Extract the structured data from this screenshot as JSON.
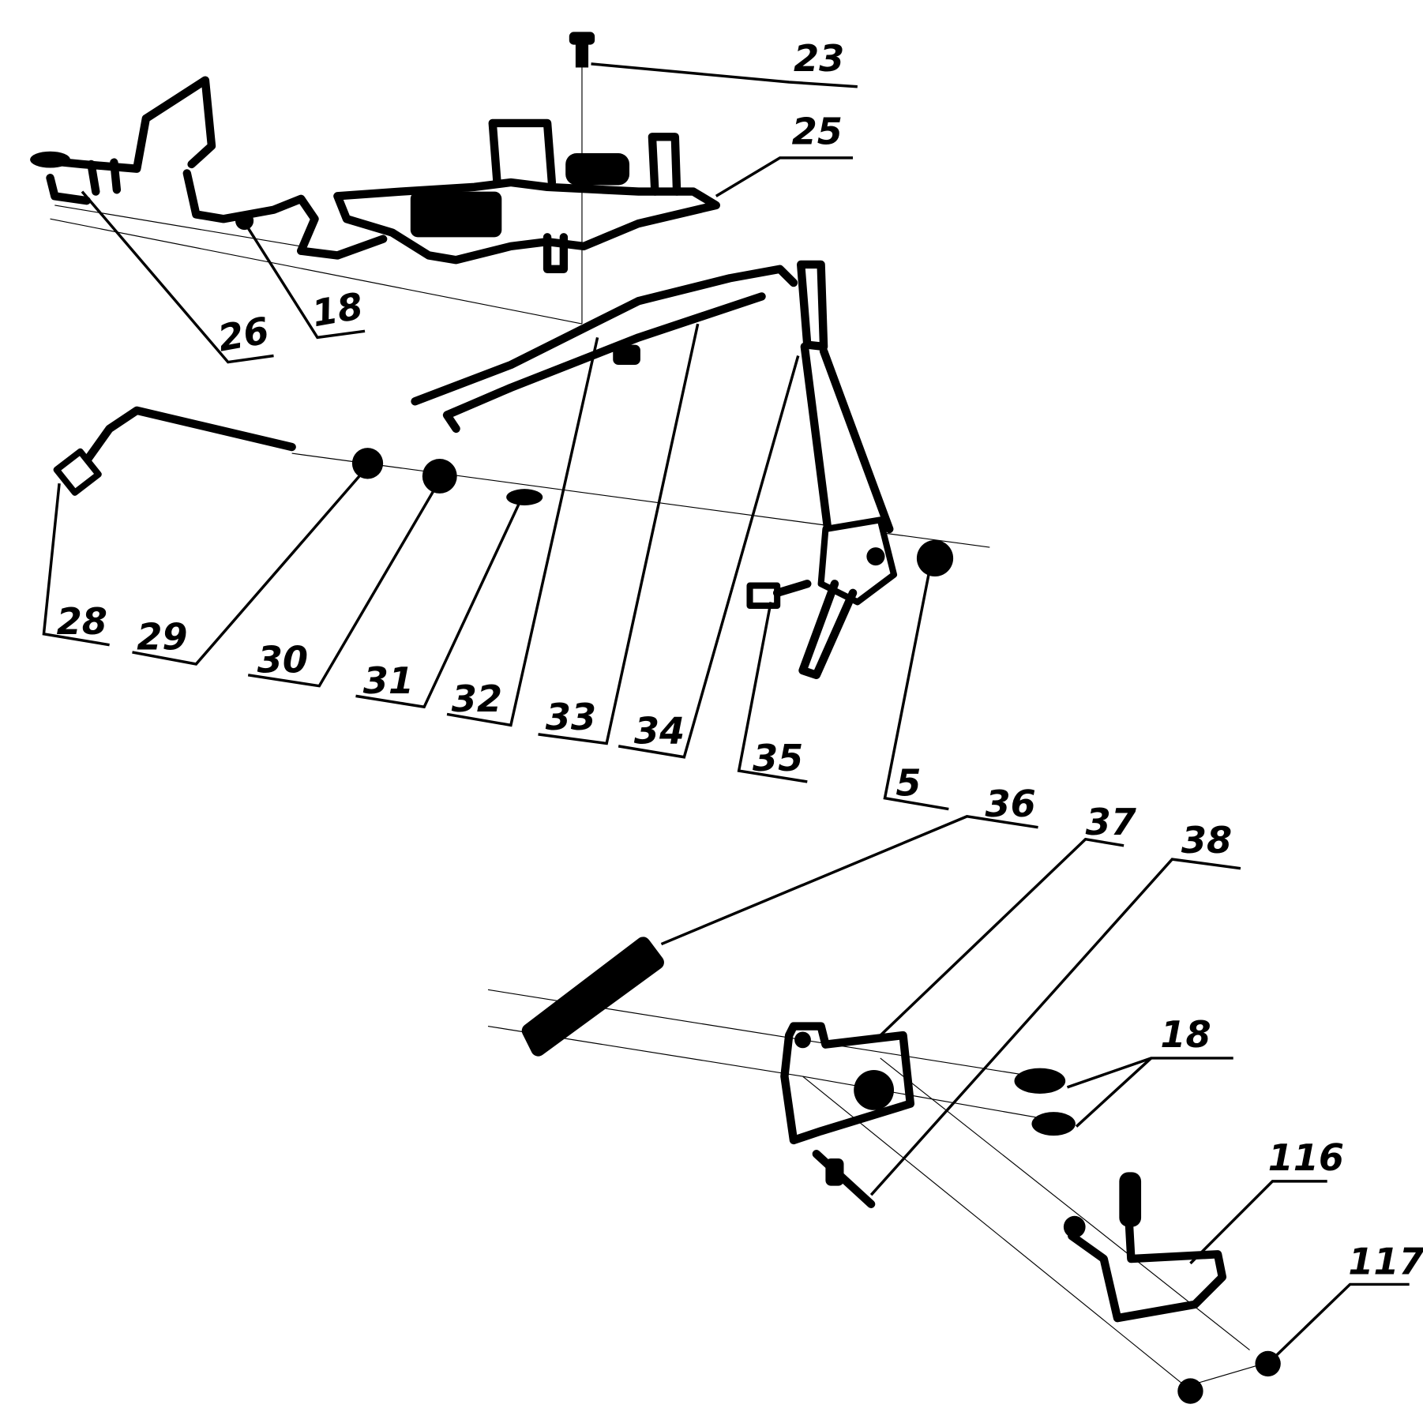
{
  "diagram": {
    "type": "exploded-parts-diagram",
    "callouts": {
      "c23": "23",
      "c25": "25",
      "c26": "26",
      "c18_top": "18",
      "c28": "28",
      "c29": "29",
      "c30": "30",
      "c31": "31",
      "c32": "32",
      "c33": "33",
      "c34": "34",
      "c35": "35",
      "c5": "5",
      "c36": "36",
      "c37": "37",
      "c38": "38",
      "c18_bottom": "18",
      "c116": "116",
      "c117": "117"
    }
  }
}
